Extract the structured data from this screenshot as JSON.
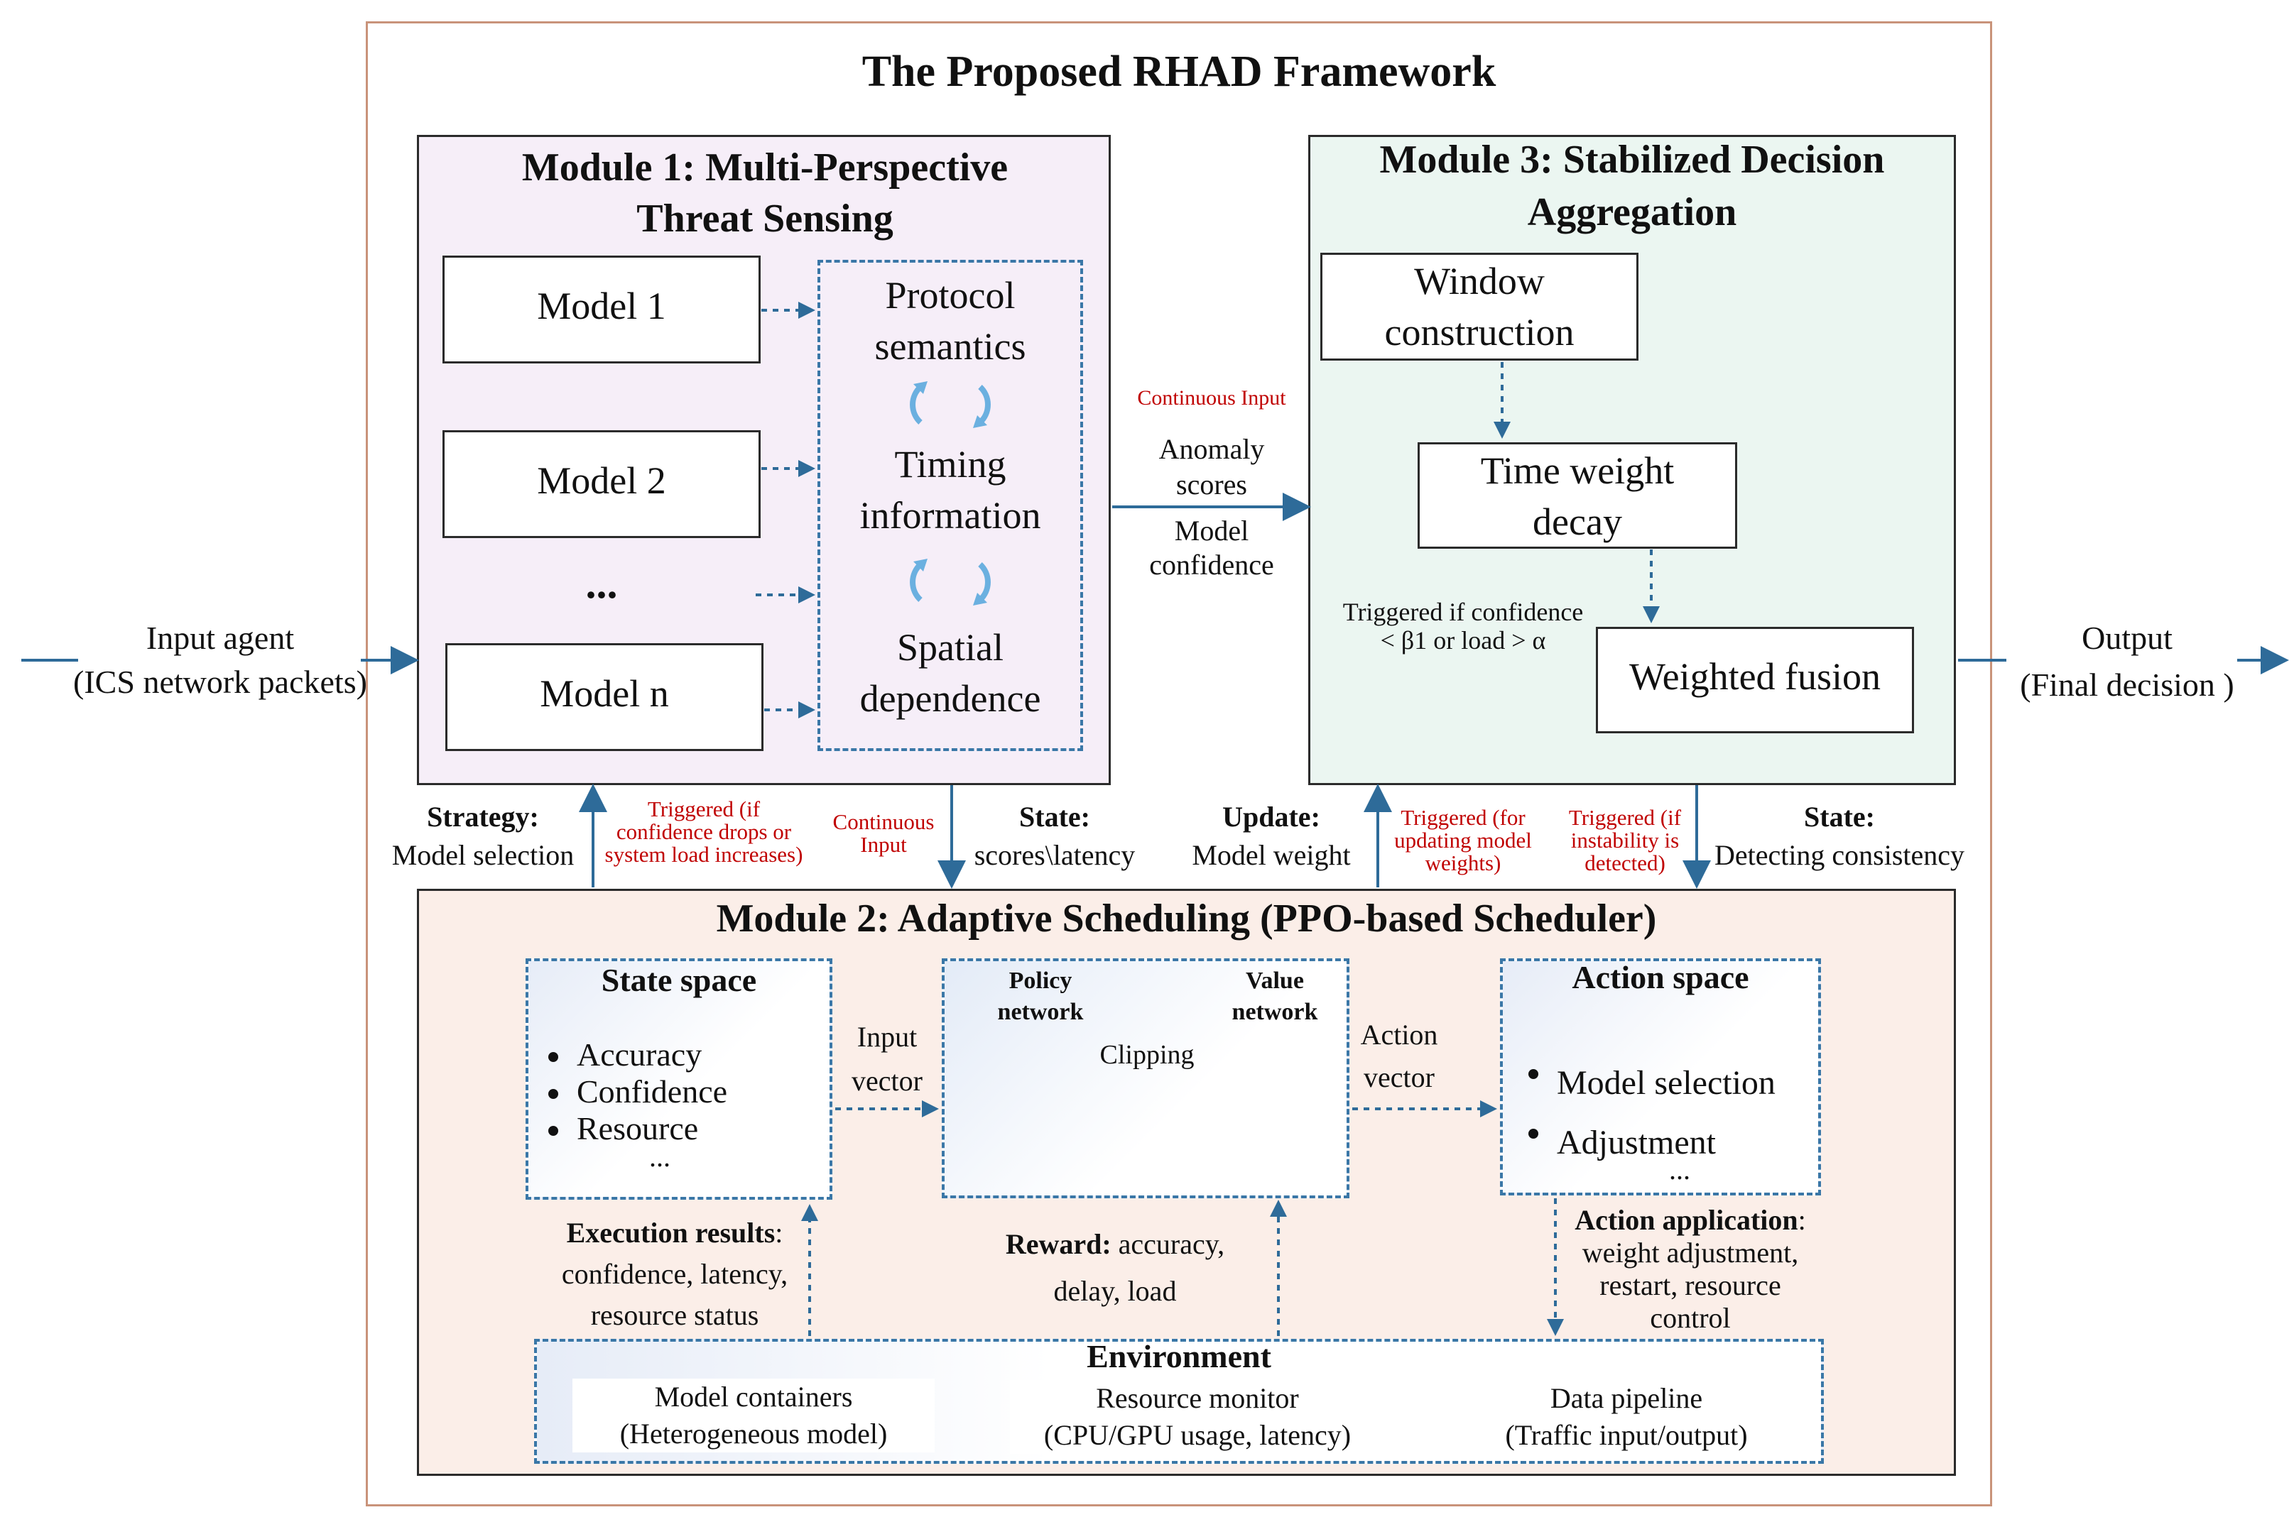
{
  "title": "The Proposed RHAD Framework",
  "input": {
    "line1": "Input agent",
    "line2": "(ICS network packets)"
  },
  "output": {
    "line1": "Output",
    "line2": "(Final decision )"
  },
  "module1": {
    "title_line1": "Module 1: Multi-Perspective",
    "title_line2": "Threat Sensing",
    "models": [
      "Model 1",
      "Model 2",
      "Model n"
    ],
    "ellipsis": "...",
    "perspectives": [
      {
        "line1": "Protocol",
        "line2": "semantics"
      },
      {
        "line1": "Timing",
        "line2": "information"
      },
      {
        "line1": "Spatial",
        "line2": "dependence"
      }
    ]
  },
  "module3": {
    "title_line1": "Module 3: Stabilized Decision",
    "title_line2": "Aggregation",
    "window": {
      "line1": "Window",
      "line2": "construction"
    },
    "decay": {
      "line1": "Time weight",
      "line2": "decay"
    },
    "trigger": {
      "line1": "Triggered if confidence",
      "line2": "< β1 or load > α"
    },
    "fusion": "Weighted fusion"
  },
  "link_1_3": {
    "label": "Continuous Input",
    "line1": "Anomaly",
    "line2": "scores",
    "line3": "Model",
    "line4": "confidence"
  },
  "between": {
    "strategy_title": "Strategy:",
    "strategy_text": "Model selection",
    "trig1": [
      "Triggered (if",
      "confidence drops or",
      "system load increases)"
    ],
    "cont_input": [
      "Continuous",
      "Input"
    ],
    "state1_title": "State:",
    "state1_text": "scores\\latency",
    "update_title": "Update:",
    "update_text": "Model weight",
    "trig2": [
      "Triggered (for",
      "updating model",
      "weights)"
    ],
    "trig3": [
      "Triggered (if",
      "instability is",
      "detected)"
    ],
    "state2_title": "State:",
    "state2_text": "Detecting consistency"
  },
  "module2": {
    "title": "Module 2: Adaptive Scheduling (PPO-based Scheduler)",
    "state_space": {
      "title": "State space",
      "items": [
        "Accuracy",
        "Confidence",
        "Resource"
      ],
      "more": "..."
    },
    "input_vector": {
      "line1": "Input",
      "line2": "vector"
    },
    "policy": {
      "line1": "Policy",
      "line2": "network"
    },
    "value": {
      "line1": "Value",
      "line2": "network"
    },
    "clipping": "Clipping",
    "action_vector": {
      "line1": "Action",
      "line2": "vector"
    },
    "action_space": {
      "title": "Action space",
      "items": [
        "Model selection",
        "Adjustment"
      ],
      "more": "..."
    },
    "exec": {
      "title": "Execution results",
      "colon": ":",
      "line2": "confidence, latency,",
      "line3": "resource status"
    },
    "reward": {
      "title": "Reward:",
      "text": " accuracy,",
      "line2": "delay, load"
    },
    "action_app": {
      "title": "Action application",
      "colon": ":",
      "line2": "weight adjustment,",
      "line3": "restart, resource",
      "line4": "control"
    },
    "environment": {
      "title": "Environment",
      "items": [
        {
          "line1": "Model containers",
          "line2": "(Heterogeneous model)"
        },
        {
          "line1": "Resource monitor",
          "line2": "(CPU/GPU usage, latency)"
        },
        {
          "line1": "Data pipeline",
          "line2": "(Traffic input/output)"
        }
      ]
    }
  },
  "colors": {
    "arrow": "#2e6b99",
    "dashed": "#3a77a7",
    "red": "#c00000",
    "module1_bg": "#f6eef8",
    "module2_bg": "#fbeee8",
    "module3_bg": "#ebf6f1",
    "frame": "#c9937a"
  }
}
